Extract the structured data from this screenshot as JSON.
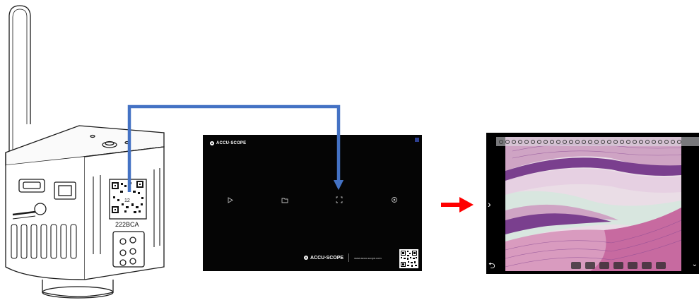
{
  "camera": {
    "label_number": "12",
    "serial": "222BCA"
  },
  "launcher": {
    "brand_top": "ACCU·SCOPE",
    "brand_bottom": "ACCU·SCOPE",
    "website": "www.accu-scope.com",
    "apps": [
      {
        "icon": "play-icon"
      },
      {
        "icon": "folder-icon"
      },
      {
        "icon": "fullscreen-icon"
      },
      {
        "icon": "settings-icon"
      }
    ]
  },
  "viewer": {
    "nav_left": "›",
    "nav_back": "⮌",
    "nav_down": "⌄"
  },
  "colors": {
    "connector": "#4472c4",
    "arrow": "#ff0000",
    "screen_bg": "#050505",
    "tissue_pink": "#d9a9c7",
    "tissue_purple": "#7a3f8e"
  }
}
